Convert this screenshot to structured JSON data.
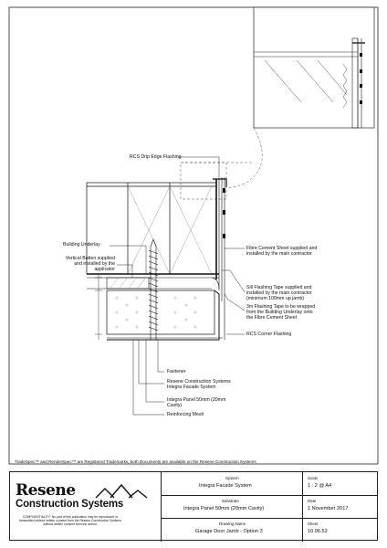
{
  "labels": {
    "drip_edge": "RCS Drip Edge Flashing",
    "building_underlay": "Building Underlay",
    "vertical_batten": [
      "Vertical Batten supplied",
      "and installed by the",
      "applicator"
    ],
    "fibre_cement": [
      "Fibre Cement Sheet supplied and",
      "installed by the main contractor"
    ],
    "sill_flashing": [
      "Sill Flashing Tape supplied and",
      "installed by the main contractor",
      "(minimum 100mm up jamb)"
    ],
    "flashing_tape_3m": [
      "3m Flashing Tape to be wrapped",
      "from the Building Underlay onto",
      "the Fibre Cement Sheet"
    ],
    "corner_flashing": "RCS Corner Flashing",
    "fastener": "Fastener",
    "facade_system": [
      "Resene Construction Systems",
      "Integra Facade System"
    ],
    "integra_panel": [
      "Integra Panel 50mm (20mm",
      "Cavity)"
    ],
    "reinforcing_mesh": "Reinforcing Mesh"
  },
  "trademark": "TradeSpec™ and RenderSpec™ are Registered Trademarks, both Documents are available on the Resene Construction Systems",
  "title_block": {
    "brand_line1": "Resene",
    "brand_line2": "Construction Systems",
    "confidentiality": "CONFIDENTIALITY: No part of this publication may be reproduced or transmitted without written consent from the Resene Construction Systems without written consent from the author.",
    "system_caption": "System",
    "system_value": "Integra Facade System",
    "substrate_caption": "Substrate",
    "substrate_value": "Integra Panel 50mm (20mm Cavity)",
    "drawing_caption": "Drawing Name",
    "drawing_value": "Garage Door Jamb - Option 3",
    "scale_caption": "Scale",
    "scale_value": "1 : 2 @ A4",
    "date_caption": "Date",
    "date_value": "1 November 2017",
    "sheet_caption": "Sheet",
    "sheet_value": "10.06.52"
  },
  "colors": {
    "line": "#111111",
    "hatch": "#888888",
    "paper": "#ffffff"
  }
}
